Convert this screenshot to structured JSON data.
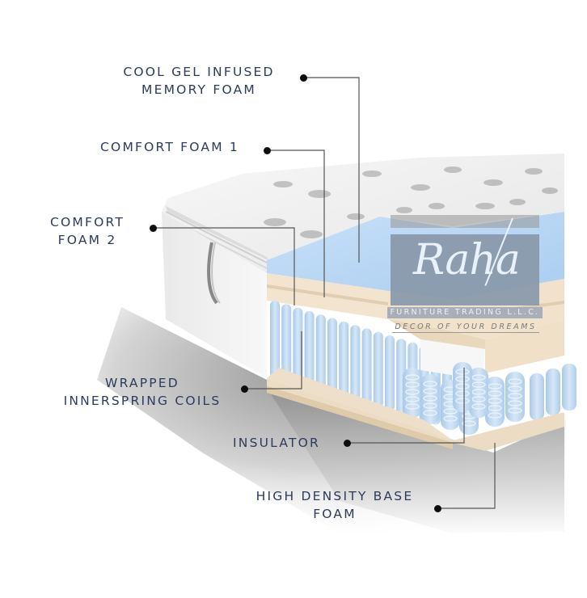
{
  "diagram": {
    "subject": "Hybrid mattress cross-section",
    "callouts": [
      {
        "id": "cool-gel",
        "lines": [
          "COOL GEL INFUSED",
          "MEMORY FOAM"
        ]
      },
      {
        "id": "comfort-foam-1",
        "lines": [
          "COMFORT FOAM 1"
        ]
      },
      {
        "id": "comfort-foam-2",
        "lines": [
          "COMFORT",
          "FOAM 2"
        ]
      },
      {
        "id": "wrapped-coils",
        "lines": [
          "WRAPPED",
          "INNERSPRING COILS"
        ]
      },
      {
        "id": "insulator",
        "lines": [
          "INSULATOR"
        ]
      },
      {
        "id": "base-foam",
        "lines": [
          "HIGH DENSITY BASE",
          "FOAM"
        ]
      }
    ]
  },
  "watermark": {
    "brand": "Raha",
    "company": "FURNITURE TRADING L.L.C.",
    "tagline": "DECOR OF YOUR DREAMS"
  },
  "colors": {
    "label_text": "#2e3b5c",
    "gel_foam": "#bcd8f5",
    "comfort_foam": "#f1e2cc",
    "coils": "#c7ddf2",
    "insulator": "#f6f6f6",
    "base_foam": "#ecdcc4",
    "logo_panel": "#8a9aab"
  }
}
